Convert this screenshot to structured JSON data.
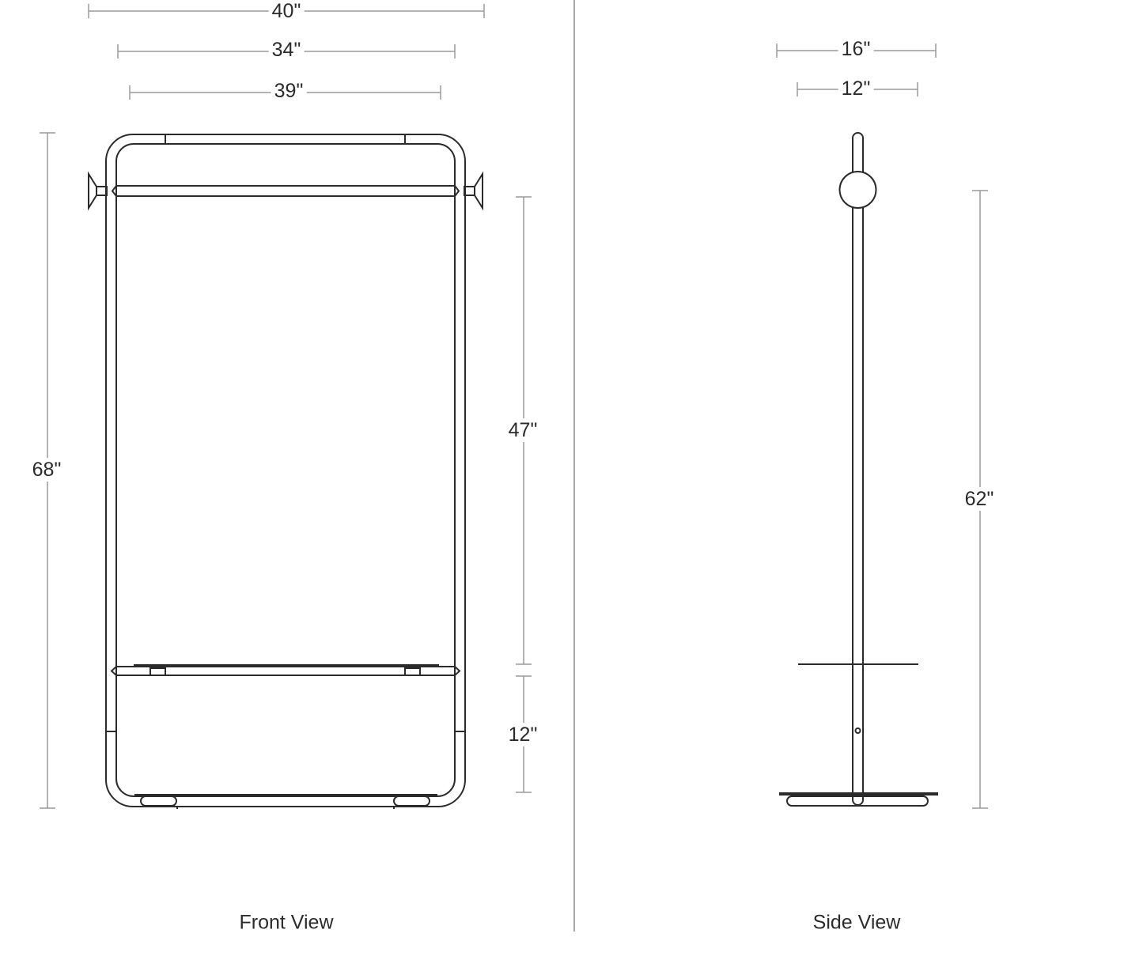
{
  "front_view": {
    "caption": "Front View",
    "dimensions": {
      "overall_width": "40\"",
      "inner_width": "34\"",
      "rail_width": "39\"",
      "overall_height": "68\"",
      "upper_height": "47\"",
      "lower_height": "12\""
    }
  },
  "side_view": {
    "caption": "Side View",
    "dimensions": {
      "base_depth": "16\"",
      "shelf_depth": "12\"",
      "rail_height": "62\""
    }
  },
  "colors": {
    "line": "#2b2b2b",
    "dimension_line": "#9a9a9a",
    "divider": "#8a8a8a"
  }
}
